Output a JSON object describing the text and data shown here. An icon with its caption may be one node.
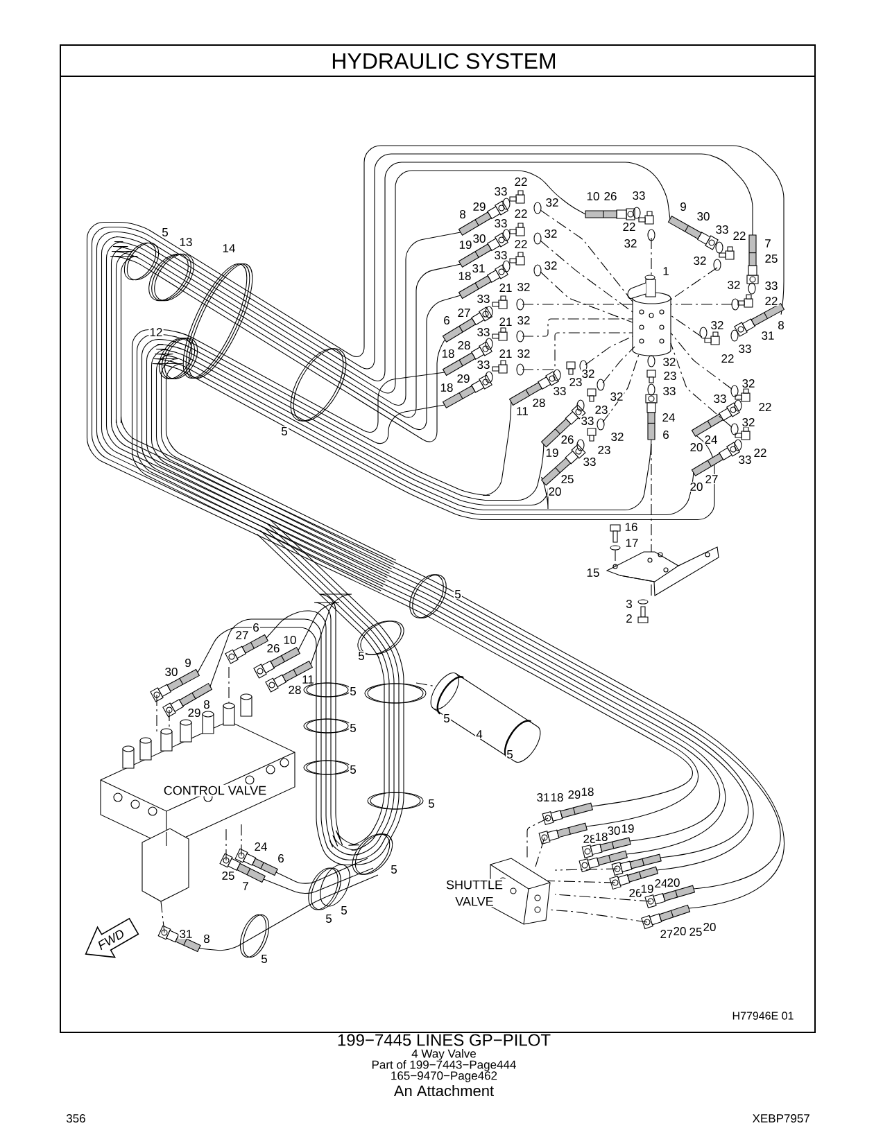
{
  "diagram": {
    "title": "HYDRAULIC SYSTEM",
    "caption": "199−7445 LINES GP−PILOT",
    "labels": [
      "22",
      "33",
      "32",
      "29",
      "8",
      "22",
      "33",
      "32",
      "30",
      "19",
      "22",
      "33",
      "18",
      "31",
      "32",
      "21",
      "32",
      "33",
      "27",
      "6",
      "21",
      "32",
      "33",
      "28",
      "18",
      "21",
      "32",
      "33",
      "29",
      "18",
      "23",
      "32",
      "33",
      "28",
      "11",
      "23",
      "33",
      "32",
      "26",
      "19",
      "23",
      "32",
      "33",
      "25",
      "20",
      "10",
      "26",
      "33",
      "9",
      "30",
      "22",
      "32",
      "33",
      "22",
      "7",
      "32",
      "25",
      "1",
      "32",
      "33",
      "22",
      "32",
      "8",
      "31",
      "33",
      "22",
      "32",
      "23",
      "33",
      "24",
      "6",
      "32",
      "33",
      "22",
      "20",
      "24",
      "32",
      "22",
      "33",
      "27",
      "20",
      "5",
      "13",
      "14",
      "12",
      "5",
      "16",
      "17",
      "15",
      "3",
      "2",
      "5",
      "6",
      "27",
      "10",
      "26",
      "5",
      "9",
      "30",
      "11",
      "28",
      "5",
      "8",
      "29",
      "5",
      "5",
      "4",
      "5",
      "5",
      "5",
      "CONTROL VALVE",
      "24",
      "6",
      "25",
      "7",
      "5",
      "5",
      "5",
      "SHUTTLE VALVE",
      "31",
      "18",
      "29",
      "18",
      "30",
      "19",
      "28",
      "18",
      "26",
      "19",
      "24",
      "20",
      "27",
      "20",
      "25",
      "20",
      "31",
      "8",
      "FWD",
      "5",
      "H77946E 01",
      "4 Way Valve",
      "Part of 199−7443−Page444",
      "165−9470−Page462",
      "An Attachment",
      "356",
      "XEBP7957"
    ]
  }
}
